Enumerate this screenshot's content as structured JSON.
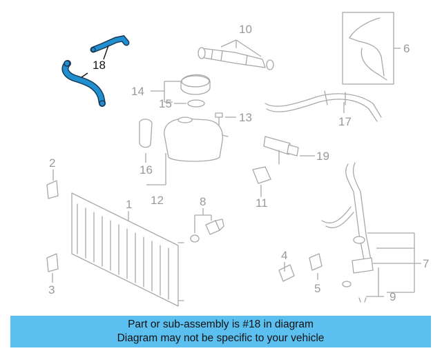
{
  "highlight_color": "#1f8fd0",
  "banner_color": "#5bbff0",
  "banner": {
    "line1": "Part or sub-assembly is #18 in diagram",
    "line2": "Diagram may not be specific to your vehicle"
  },
  "callouts": [
    {
      "id": "1",
      "text": "1"
    },
    {
      "id": "2",
      "text": "2"
    },
    {
      "id": "3",
      "text": "3"
    },
    {
      "id": "4",
      "text": "4"
    },
    {
      "id": "5",
      "text": "5"
    },
    {
      "id": "6",
      "text": "6"
    },
    {
      "id": "7",
      "text": "7"
    },
    {
      "id": "8",
      "text": "8"
    },
    {
      "id": "9",
      "text": "9"
    },
    {
      "id": "10",
      "text": "10"
    },
    {
      "id": "11",
      "text": "11"
    },
    {
      "id": "12",
      "text": "12"
    },
    {
      "id": "13",
      "text": "13"
    },
    {
      "id": "14",
      "text": "14"
    },
    {
      "id": "15",
      "text": "15"
    },
    {
      "id": "16",
      "text": "16"
    },
    {
      "id": "17",
      "text": "17"
    },
    {
      "id": "18",
      "text": "18",
      "highlighted": true
    },
    {
      "id": "19",
      "text": "19"
    }
  ]
}
